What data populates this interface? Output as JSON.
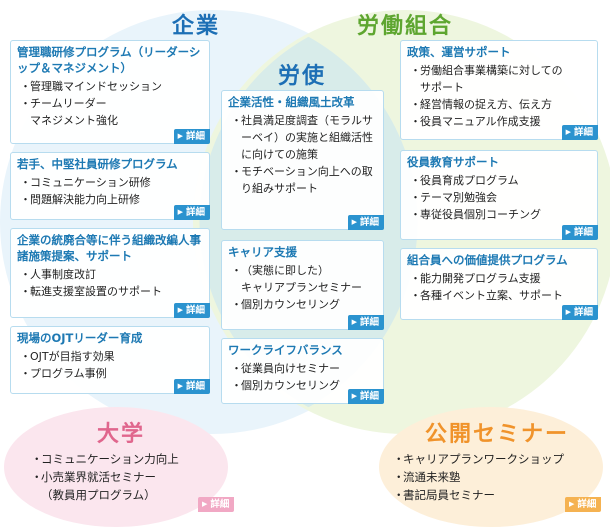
{
  "colors": {
    "company": "#e9f4fb",
    "union": "#eef6df",
    "university": "#fbe6ee",
    "seminar": "#fdefd9",
    "heading_company": "#1d6fb5",
    "heading_union": "#5ea630",
    "heading_university": "#e0668d",
    "heading_seminar": "#f0932b",
    "card_title": "#1d79b3",
    "detail_button": "#2b93cf"
  },
  "headings": {
    "company": "企業",
    "union": "労働組合",
    "labor_mgmt": "労使",
    "university": "大学",
    "seminar": "公開セミナー"
  },
  "detail_label": "詳細",
  "bullet": "・",
  "cards": [
    {
      "title": "管理職研修プログラム（リーダーシップ＆マネジメント）",
      "items": [
        "管理職マインドセッション",
        "チームリーダー\nマネジメント強化"
      ]
    },
    {
      "title": "若手、中堅社員研修プログラム",
      "items": [
        "コミュニケーション研修",
        "問題解決能力向上研修"
      ]
    },
    {
      "title": "企業の統廃合等に伴う組織改編人事諸施策提案、サポート",
      "items": [
        "人事制度改訂",
        "転進支援室設置のサポート"
      ]
    },
    {
      "title": "現場のOJTリーダー育成",
      "items": [
        "OJTが目指す効果",
        "プログラム事例"
      ]
    },
    {
      "title": "企業活性・組織風土改革",
      "items": [
        "社員満足度調査（モラルサーベイ）の実施と組織活性に向けての施策",
        "モチベーション向上への取り組みサポート"
      ]
    },
    {
      "title": "キャリア支援",
      "items": [
        "（実態に即した）\nキャリアプランセミナー",
        "個別カウンセリング"
      ]
    },
    {
      "title": "ワークライフバランス",
      "items": [
        "従業員向けセミナー",
        "個別カウンセリング"
      ]
    },
    {
      "title": "政策、運営サポート",
      "items": [
        "労働組合事業構築に対しての\nサポート",
        "経営情報の捉え方、伝え方",
        "役員マニュアル作成支援"
      ]
    },
    {
      "title": "役員教育サポート",
      "items": [
        "役員育成プログラム",
        "テーマ別勉強会",
        "専従役員個別コーチング"
      ]
    },
    {
      "title": "組合員への価値提供プログラム",
      "items": [
        "能力開発プログラム支援",
        "各種イベント立案、サポート"
      ]
    }
  ],
  "university_items": [
    "コミュニケーション力向上",
    "小売業界就活セミナー\n（教員用プログラム）"
  ],
  "seminar_items": [
    "キャリアプランワークショップ",
    "流通未来塾",
    "書記局員セミナー"
  ]
}
